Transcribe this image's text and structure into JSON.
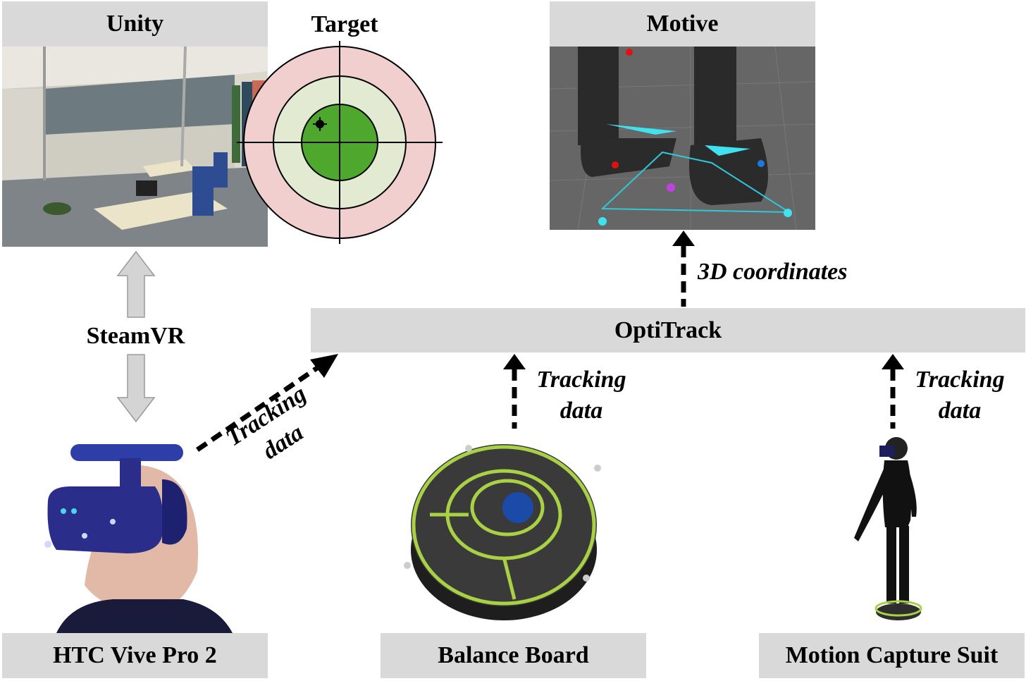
{
  "labels": {
    "unity": "Unity",
    "target": "Target",
    "motive": "Motive",
    "optitrack": "OptiTrack",
    "steamvr": "SteamVR",
    "htc": "HTC Vive Pro 2",
    "balance": "Balance Board",
    "suit": "Motion Capture Suit"
  },
  "edges": {
    "coords": "3D coordinates",
    "tracking_word": "Tracking",
    "data_word": "data"
  },
  "colors": {
    "box_fill": "#d9d9d9",
    "target_outer": "#f2cfcf",
    "target_middle": "#e3ead2",
    "target_inner": "#4ea82e",
    "board_green": "#a8d144",
    "vr_blue": "#2a2d8a"
  },
  "icons": [
    "unity-scene-image",
    "target-rings-icon",
    "motive-skeleton-image",
    "hmd-user-image",
    "balance-board-image",
    "mocap-person-image"
  ]
}
